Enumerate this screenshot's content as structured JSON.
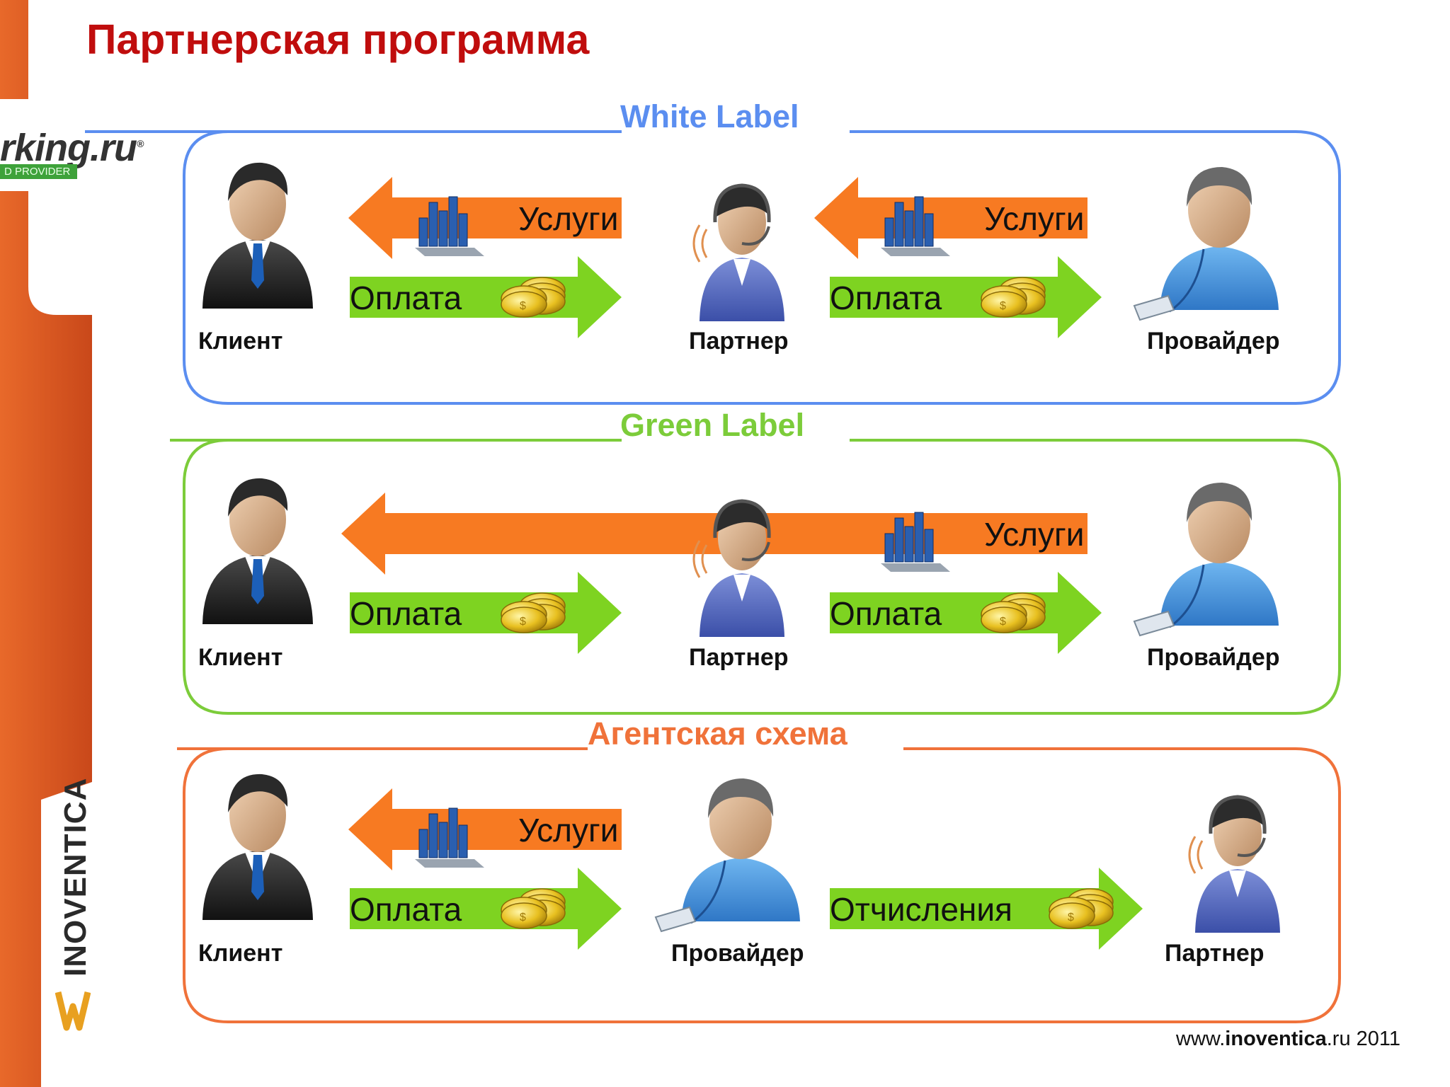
{
  "title": "Партнерская программа",
  "logo": {
    "text": "rking.ru",
    "badge": "D PROVIDER",
    "registered": "®"
  },
  "brand": {
    "name": "INOVENTICA"
  },
  "footer": {
    "prefix": "www.",
    "brand": "inoventica",
    "suffix": ".ru 2011"
  },
  "colors": {
    "title": "#c00d0d",
    "white_label": "#5b8ef0",
    "green_label": "#7ccc3a",
    "agent": "#f0723a",
    "services_arrow": "#f77a22",
    "payment_arrow": "#7ed321",
    "sidebar": "#d9541c"
  },
  "icons": [
    "businessman-icon",
    "operator-headset-icon",
    "provider-person-icon",
    "server-chart-icon",
    "gold-coins-icon"
  ],
  "sections": [
    {
      "title": "White Label",
      "people": [
        {
          "label": "Клиент",
          "icon": "businessman-icon"
        },
        {
          "label": "Партнер",
          "icon": "operator-headset-icon"
        },
        {
          "label": "Провайдер",
          "icon": "provider-person-icon"
        }
      ],
      "arrows": [
        {
          "label": "Услуги",
          "direction": "left",
          "icon": "server-chart-icon"
        },
        {
          "label": "Оплата",
          "direction": "right",
          "icon": "gold-coins-icon"
        },
        {
          "label": "Услуги",
          "direction": "left",
          "icon": "server-chart-icon"
        },
        {
          "label": "Оплата",
          "direction": "right",
          "icon": "gold-coins-icon"
        }
      ]
    },
    {
      "title": "Green Label",
      "people": [
        {
          "label": "Клиент",
          "icon": "businessman-icon"
        },
        {
          "label": "Партнер",
          "icon": "operator-headset-icon"
        },
        {
          "label": "Провайдер",
          "icon": "provider-person-icon"
        }
      ],
      "arrows": [
        {
          "label": "Услуги",
          "direction": "left",
          "icon": "server-chart-icon"
        },
        {
          "label": "Оплата",
          "direction": "right",
          "icon": "gold-coins-icon"
        },
        {
          "label": "Оплата",
          "direction": "right",
          "icon": "gold-coins-icon"
        }
      ]
    },
    {
      "title": "Агентская схема",
      "people": [
        {
          "label": "Клиент",
          "icon": "businessman-icon"
        },
        {
          "label": "Провайдер",
          "icon": "provider-person-icon"
        },
        {
          "label": "Партнер",
          "icon": "operator-headset-icon"
        }
      ],
      "arrows": [
        {
          "label": "Услуги",
          "direction": "left",
          "icon": "server-chart-icon"
        },
        {
          "label": "Оплата",
          "direction": "right",
          "icon": "gold-coins-icon"
        },
        {
          "label": "Отчисления",
          "direction": "right",
          "icon": "gold-coins-icon"
        }
      ]
    }
  ]
}
